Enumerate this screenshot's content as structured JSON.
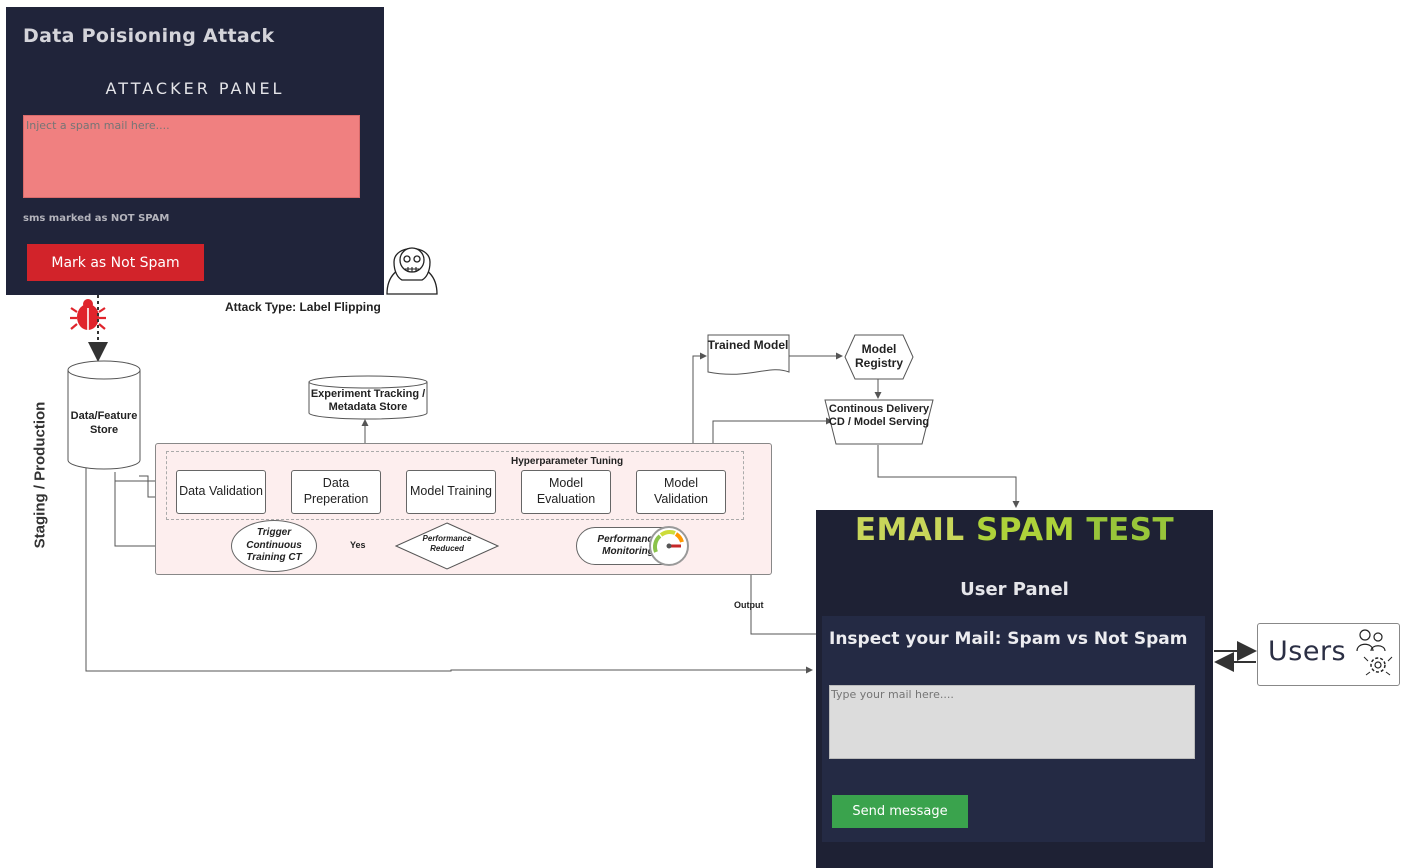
{
  "attacker_panel": {
    "title": "Data Poisioning Attack",
    "subtitle": "ATTACKER PANEL",
    "input_placeholder": "Inject a spam mail here....",
    "status_text": "sms marked as NOT SPAM",
    "button_label": "Mark as Not Spam",
    "attack_type": "Attack Type: Label Flipping"
  },
  "diagram": {
    "side_label": "Staging / Production",
    "feature_store": "Data/Feature Store",
    "experiment_tracking": "Experiment Tracking / Metadata Store",
    "hyperparameter_tuning": "Hyperparameter Tuning",
    "steps": [
      "Data Validation",
      "Data Preperation",
      "Model Training",
      "Model Evaluation",
      "Model Validation"
    ],
    "trigger": "Trigger Continuous Training CT",
    "performance_reduced": "Performance Reduced",
    "performance_monitoring": "Performance Monitoring",
    "yes_label": "Yes",
    "output_label": "Output",
    "trained_model": "Trained Model",
    "model_registry": "Model Registry",
    "continuous_delivery": "Continous Delivery CD / Model Serving"
  },
  "user_app": {
    "title_words": [
      "EMAIL",
      "SPAM",
      "TEST"
    ],
    "panel_heading": "User Panel",
    "inspect_heading": "Inspect your Mail: Spam vs Not Spam",
    "input_placeholder": "Type your mail here....",
    "send_label": "Send message"
  },
  "users": {
    "label": "Users"
  },
  "colors": {
    "panel_bg": "#20243a",
    "inject_field": "#f08080",
    "attack_button": "#d2232a",
    "send_button": "#3aa34d",
    "pipeline_bg": "#fdeeee",
    "bug_icon": "#e0242c"
  }
}
